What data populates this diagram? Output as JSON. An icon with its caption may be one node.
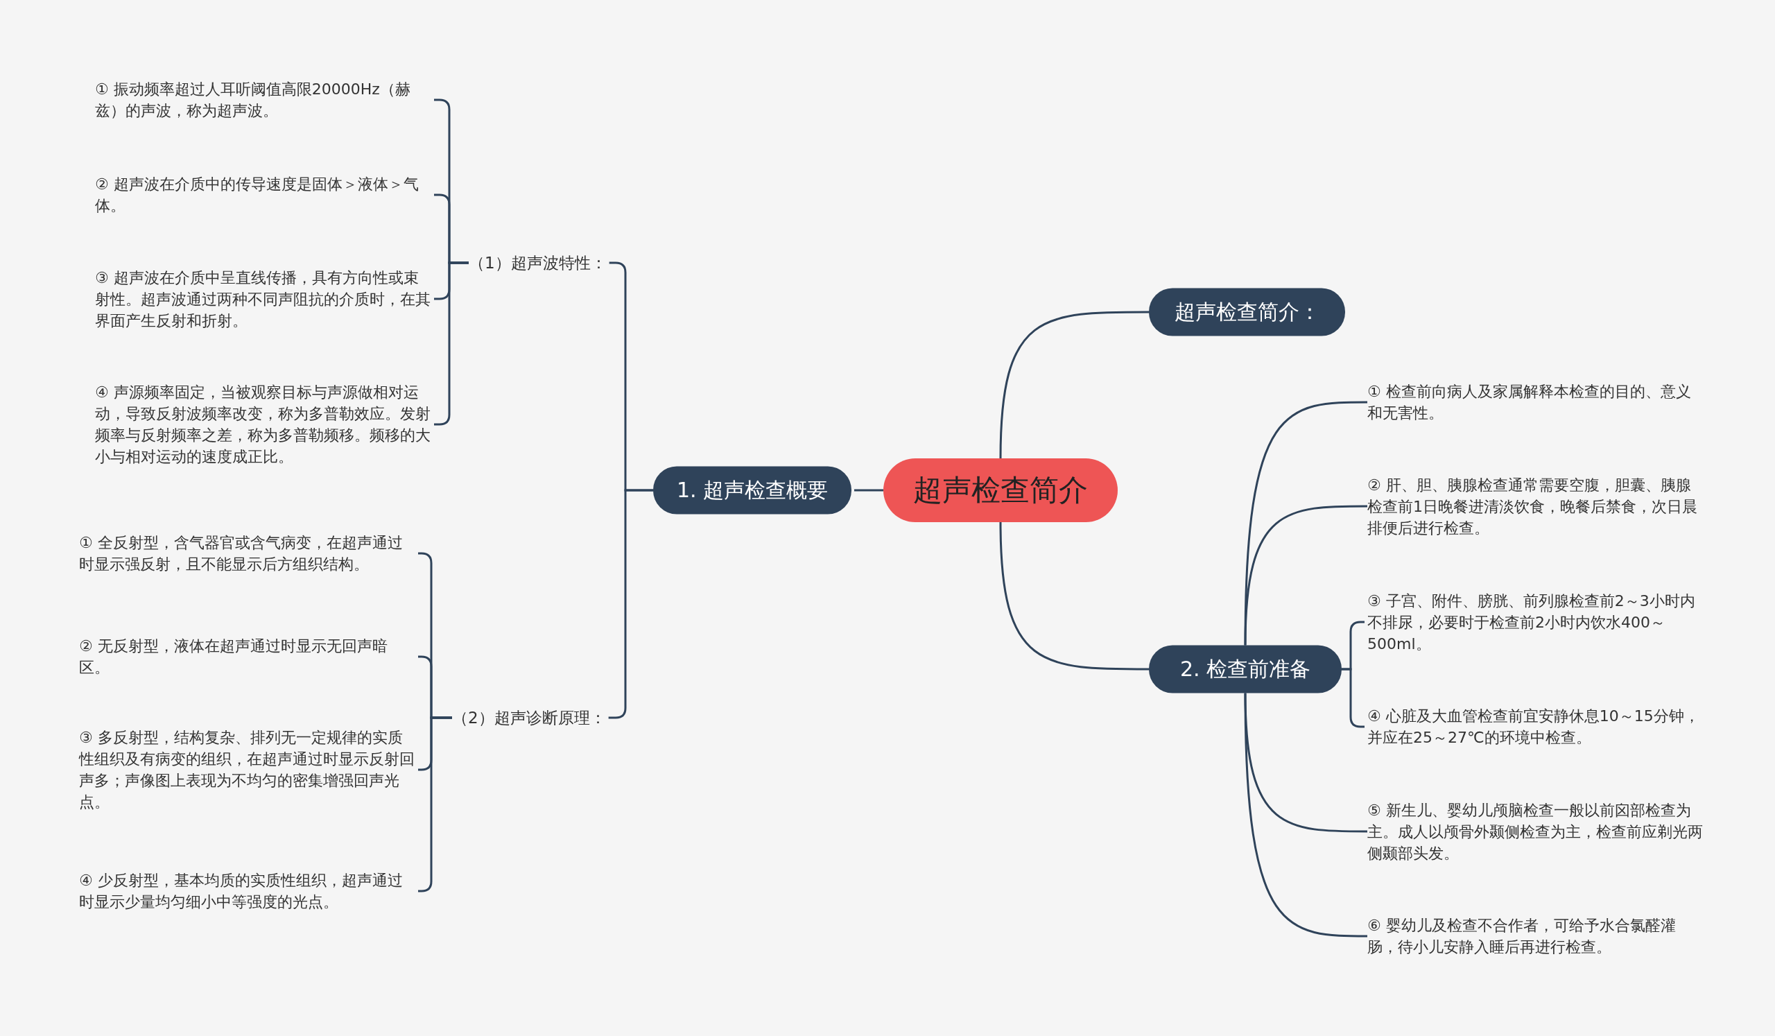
{
  "diagram": {
    "nodes": [
      {
        "text": [
          "超声检查简介"
        ]
      },
      {
        "text": [
          "1. 超声检查概要"
        ]
      },
      {
        "text": [
          "（1）超声波特性："
        ]
      },
      {
        "text": [
          "① 振动频率超过人耳听阈值高限20000Hz（赫兹）的声波，称为超声波。"
        ]
      },
      {
        "text": [
          "② 超声波在介质中的传导速度是固体＞液体＞气体。"
        ]
      },
      {
        "text": [
          "③ 超声波在介质中呈直线传播，具有方向性或束射性。超声波通过两种不同声阻抗的介质时，在其界面产生反射和折射。"
        ]
      },
      {
        "text": [
          "④ 声源频率固定，当被观察目标与声源做相对运动，导致反射波频率改变，称为多普勒效应。发射频率与反射频率之差，称为多普勒频移。频移的大小与相对运动的速度成正比。"
        ]
      },
      {
        "text": [
          "（2）超声诊断原理："
        ]
      },
      {
        "text": [
          "① 全反射型，含气器官或含气病变，在超声通过时显示强反射，且不能显示后方组织结构。"
        ]
      },
      {
        "text": [
          "② 无反射型，液体在超声通过时显示无回声暗区。"
        ]
      },
      {
        "text": [
          "③ 多反射型，结构复杂、排列无一定规律的实质性组织及有病变的组织，在超声通过时显示反射回声多；声像图上表现为不均匀的密集增强回声光点。"
        ]
      },
      {
        "text": [
          "④ 少反射型，基本均质的实质性组织，超声通过时显示少量均匀细小中等强度的光点。"
        ]
      },
      {
        "text": [
          "超声检查简介："
        ]
      },
      {
        "text": [
          "2. 检查前准备"
        ]
      },
      {
        "text": [
          "① 检查前向病人及家属解释本检查的目的、意义和无害性。"
        ]
      },
      {
        "text": [
          "② 肝、胆、胰腺检查通常需要空腹，胆囊、胰腺检查前1日晚餐进清淡饮食，晚餐后禁食，次日晨排便后进行检查。"
        ]
      },
      {
        "text": [
          "③ 子宫、附件、膀胱、前列腺检查前2～3小时内不排尿，必要时于检查前2小时内饮水400～500ml。"
        ]
      },
      {
        "text": [
          "④ 心脏及大血管检查前宜安静休息10～15分钟，并应在25～27℃的环境中检查。"
        ]
      },
      {
        "text": [
          "⑤ 新生儿、婴幼儿颅脑检查一般以前囟部检查为主。成人以颅骨外颞侧检查为主，检查前应剃光两侧颞部头发。"
        ]
      },
      {
        "text": [
          "⑥ 婴幼儿及检查不合作者，可给予水合氯醛灌肠，待小儿安静入睡后再进行检查。"
        ]
      }
    ],
    "edges": [
      {
        "from": 0,
        "to": 1,
        "arrow": "none"
      },
      {
        "from": 0,
        "to": 12,
        "arrow": "none"
      },
      {
        "from": 0,
        "to": 13,
        "arrow": "none"
      },
      {
        "from": 1,
        "to": 2,
        "arrow": "none"
      },
      {
        "from": 1,
        "to": 7,
        "arrow": "none"
      },
      {
        "from": 2,
        "to": 3,
        "arrow": "none"
      },
      {
        "from": 2,
        "to": 4,
        "arrow": "none"
      },
      {
        "from": 2,
        "to": 5,
        "arrow": "none"
      },
      {
        "from": 2,
        "to": 6,
        "arrow": "none"
      },
      {
        "from": 7,
        "to": 8,
        "arrow": "none"
      },
      {
        "from": 7,
        "to": 9,
        "arrow": "none"
      },
      {
        "from": 7,
        "to": 10,
        "arrow": "none"
      },
      {
        "from": 7,
        "to": 11,
        "arrow": "none"
      },
      {
        "from": 13,
        "to": 14,
        "arrow": "none"
      },
      {
        "from": 13,
        "to": 15,
        "arrow": "none"
      },
      {
        "from": 13,
        "to": 16,
        "arrow": "none"
      },
      {
        "from": 13,
        "to": 17,
        "arrow": "none"
      },
      {
        "from": 13,
        "to": 18,
        "arrow": "none"
      },
      {
        "from": 13,
        "to": 19,
        "arrow": "none"
      }
    ]
  }
}
